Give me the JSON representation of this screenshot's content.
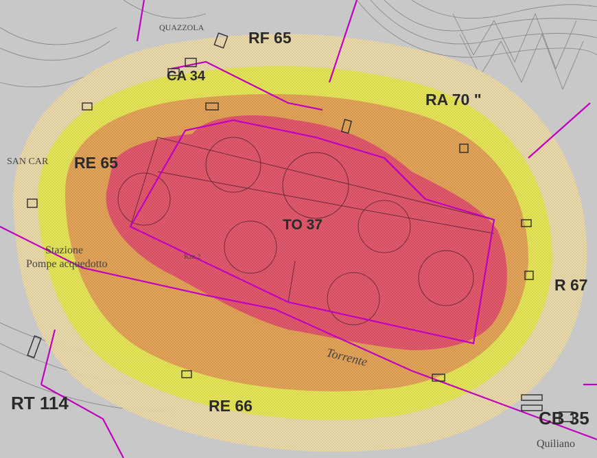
{
  "zone_colors": {
    "outer": "#f2deaa",
    "yellow": "#e9ea4e",
    "orange": "#e5a05a",
    "core": "#e4536f",
    "boundary": "#c000c0",
    "base": "#c8c8c8"
  },
  "labels": {
    "quazzola": "QUAZZOLA",
    "r_65_top": "RF 65",
    "c_34": "CA 34",
    "r_70": "RA 70 \"",
    "san_carlo": "SAN CAR",
    "r_65_left": "RE 65",
    "t_37": "TO 37",
    "stazione": "Stazione",
    "pompe": "Pompe acquedotto",
    "km": "Km 2",
    "r_67": "R 67",
    "torrente": "Torrente",
    "r_114": "RT 114",
    "r_66": "RE 66",
    "c_35": "CB 35",
    "quiliano": "Quiliano"
  }
}
